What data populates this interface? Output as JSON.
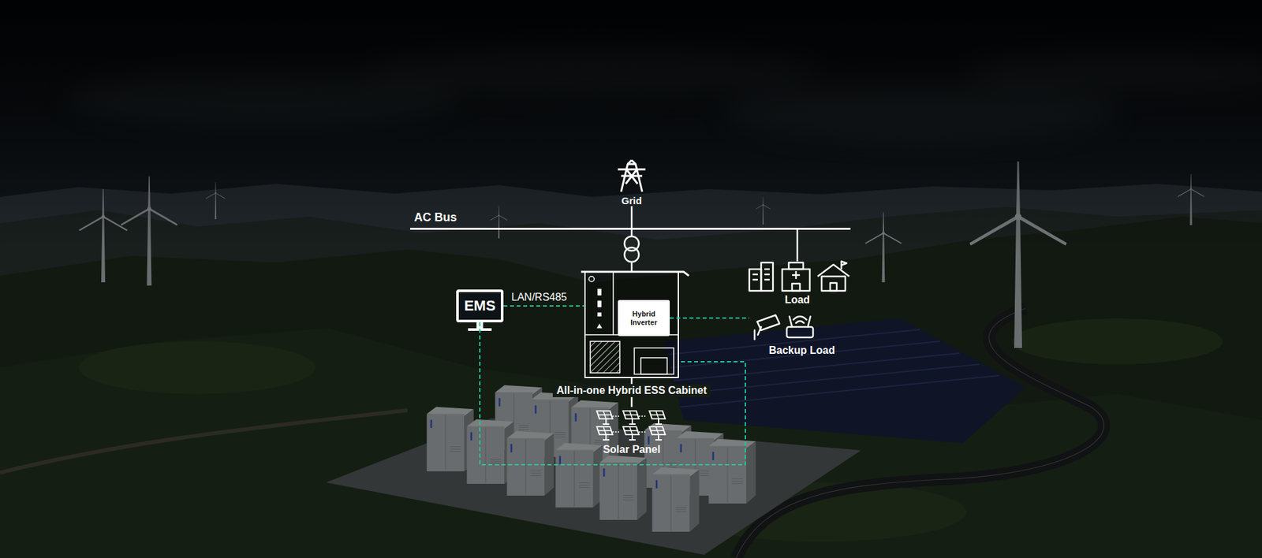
{
  "diagram": {
    "nodes": [
      {
        "text": [
          "Grid"
        ]
      },
      {
        "text": [
          "AC Bus"
        ]
      },
      {
        "text": [
          "EMS"
        ]
      },
      {
        "text": [
          "All-in-one Hybrid ESS Cabinet"
        ]
      },
      {
        "text": [
          "Hybrid Inverter"
        ],
        "in": 3
      },
      {
        "text": [
          "Load"
        ]
      },
      {
        "text": [
          "Backup Load"
        ]
      },
      {
        "text": [
          "Solar Panel"
        ]
      }
    ],
    "edges": [
      {
        "from": 0,
        "to": 1,
        "arrow": "none"
      },
      {
        "from": 1,
        "to": 3,
        "arrow": "none"
      },
      {
        "from": 1,
        "to": 5,
        "arrow": "none"
      },
      {
        "from": 2,
        "to": 3,
        "label": "LAN/RS485",
        "arrow": "none"
      },
      {
        "from": 2,
        "to": 3,
        "arrow": "none"
      },
      {
        "from": 4,
        "to": 6,
        "arrow": "none"
      },
      {
        "from": 3,
        "to": 7,
        "arrow": "none"
      }
    ]
  }
}
